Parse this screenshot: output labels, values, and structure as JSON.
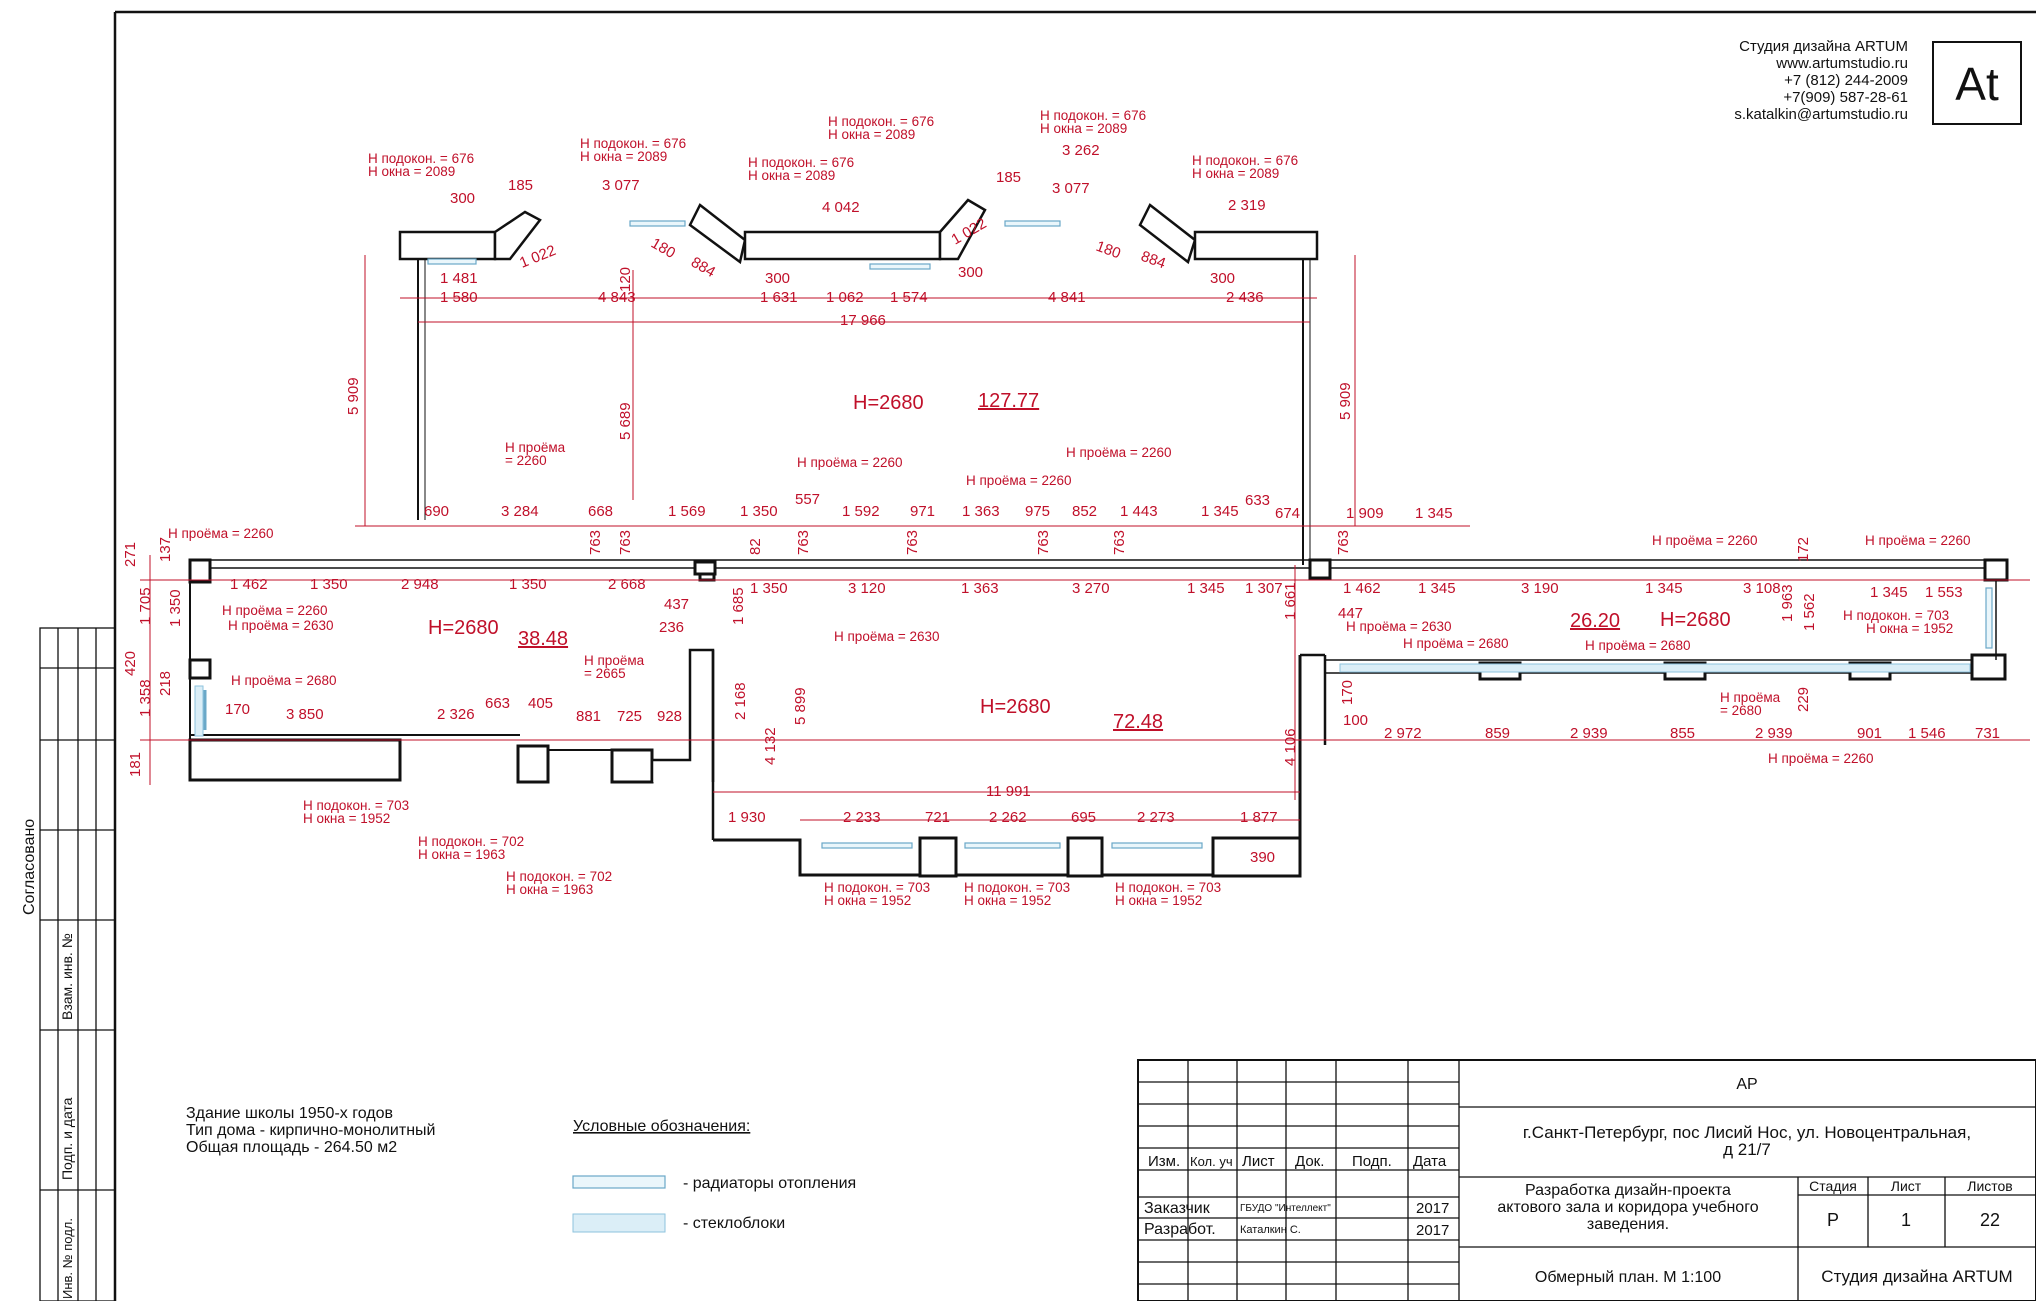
{
  "studio": {
    "name": "Студия дизайна ARTUM",
    "site": "www.artumstudio.ru",
    "phone1": "+7 (812) 244-2009",
    "phone2": "+7(909) 587-28-61",
    "email": "s.katalkin@artumstudio.ru",
    "logo": "At"
  },
  "side_stamp": {
    "agreed": "Согласовано",
    "swap_inv": "Взам. инв. №",
    "sign_date": "Подп. и дата",
    "inv_orig": "Инв. № подл."
  },
  "rooms": [
    {
      "height": "H=2680",
      "area": "127.77"
    },
    {
      "height": "H=2680",
      "area": "38.48"
    },
    {
      "height": "H=2680",
      "area": "72.48"
    },
    {
      "height": "H=2680",
      "area": "26.20"
    }
  ],
  "window_notes": {
    "sill_676": "Н подокон. = 676",
    "win_2089": "Н окна = 2089",
    "sill_703": "Н подокон. = 703",
    "win_1952": "Н окна = 1952",
    "sill_702": "Н подокон. = 702",
    "win_1963": "Н окна = 1963"
  },
  "opening_notes": {
    "op_2260": "Н проёма = 2260",
    "op_2630": "Н проёма = 2630",
    "op_2680": "Н проёма = 2680",
    "op_2665a": "Н проёма",
    "op_2665b": "= 2665",
    "op_2680b": "= 2680"
  },
  "dims_top": [
    "185",
    "3 077",
    "4 042",
    "185",
    "3 077",
    "3 262",
    "2 319",
    "300",
    "1 481",
    "1 022",
    "180",
    "884",
    "300",
    "1 022",
    "300",
    "180",
    "884",
    "300",
    "1 580",
    "4 843",
    "1 631",
    "1 062",
    "1 574",
    "4 841",
    "2 436",
    "17 966",
    "120"
  ],
  "dims_vertical": [
    "5 909",
    "5 689",
    "5 909",
    "763",
    "763",
    "82",
    "763",
    "763",
    "763",
    "763",
    "763",
    "1 685",
    "2 168",
    "5 899",
    "4 132",
    "1 661",
    "4 106",
    "271",
    "137",
    "1 705",
    "1 350",
    "420",
    "218",
    "1 358",
    "181",
    "172",
    "1 963",
    "1 562",
    "229",
    "170"
  ],
  "dims_mid": [
    "690",
    "3 284",
    "668",
    "1 569",
    "1 350",
    "557",
    "1 592",
    "971",
    "1 363",
    "975",
    "852",
    "1 443",
    "1 345",
    "633",
    "674",
    "1 909",
    "1 345",
    "1 462",
    "1 350",
    "2 948",
    "1 350",
    "2 668",
    "1 350",
    "3 120",
    "1 363",
    "3 270",
    "1 345",
    "1 307",
    "1 462",
    "1 345",
    "3 190",
    "1 345",
    "3 108",
    "1 345",
    "1 553",
    "437",
    "236",
    "447"
  ],
  "dims_bottom": [
    "170",
    "3 850",
    "2 326",
    "663",
    "405",
    "881",
    "725",
    "928",
    "1 930",
    "2 233",
    "721",
    "2 262",
    "695",
    "2 273",
    "1 877",
    "11 991",
    "390",
    "100",
    "2 972",
    "859",
    "2 939",
    "855",
    "2 939",
    "901",
    "1 546",
    "731"
  ],
  "building_info": {
    "line1": "Здание школы 1950-х годов",
    "line2": "Тип дома - кирпично-монолитный",
    "line3": "Общая площадь - 264.50 м2"
  },
  "legend": {
    "title": "Условные обозначения:",
    "radiators": "- радиаторы отопления",
    "glassblocks": "- стеклоблоки"
  },
  "title_block": {
    "code": "АР",
    "address": "г.Санкт-Петербург, пос Лисий Нос, ул. Новоцентральная,",
    "address2": "д 21/7",
    "cols": [
      "Изм.",
      "Кол. уч",
      "Лист",
      "Док.",
      "Подп.",
      "Дата"
    ],
    "customer_label": "Заказчик",
    "customer": "ГБУДО \"Интеллект\"",
    "customer_year": "2017",
    "developer_label": "Разработ.",
    "developer": "Каталкин С.",
    "developer_year": "2017",
    "project": "Разработка дизайн-проекта",
    "project2": "актового зала и коридора учебного",
    "project3": "заведения.",
    "stage_label": "Стадия",
    "sheet_label": "Лист",
    "sheets_label": "Листов",
    "stage": "Р",
    "sheet": "1",
    "sheets": "22",
    "drawing": "Обмерный план. М 1:100",
    "studio": "Студия дизайна ARTUM"
  }
}
